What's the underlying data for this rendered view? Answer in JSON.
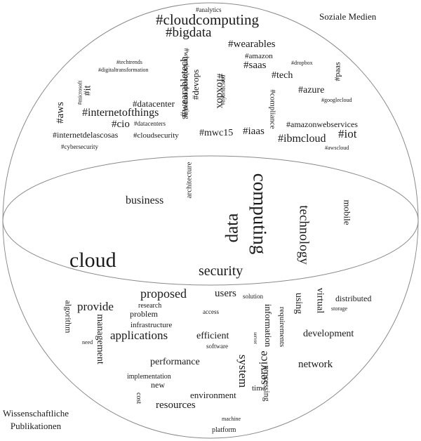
{
  "labels": {
    "social_media": "Soziale Medien",
    "publications_line1": "Wissenschaftliche",
    "publications_line2": "Publikationen"
  },
  "social_words": [
    "#analytics",
    "#cloudcomputing",
    "#bigdata",
    "#wearables",
    "#amazon",
    "#dropbox",
    "#saas",
    "#paas",
    "#techtrends",
    "#digitaltransformation",
    "#whatisclooudcomputing",
    "#wearabletech",
    "#devops",
    "#foxdox",
    "#hybridcloud",
    "#microsoft",
    "#it",
    "#tech",
    "#azure",
    "#googlecloud",
    "#datacenter",
    "#compliance",
    "#aws",
    "#internetofthings",
    "#cio",
    "#datacenters",
    "#amazonwebservices",
    "#internetdelascosas",
    "#cloudsecurity",
    "#mwc15",
    "#iaas",
    "#ibmcloud",
    "#iot",
    "#cybersecurity",
    "#awscloud"
  ],
  "shared_words": [
    "architecture",
    "business",
    "computing",
    "technology",
    "mobile",
    "data",
    "cloud",
    "security"
  ],
  "publication_words": [
    "proposed",
    "users",
    "solution",
    "virtual",
    "distributed",
    "storage",
    "provide",
    "research",
    "problem",
    "access",
    "information",
    "using",
    "algorithm",
    "management",
    "infrastructure",
    "requirements",
    "applications",
    "efficient",
    "development",
    "need",
    "software",
    "server",
    "system",
    "service",
    "performance",
    "network",
    "implementation",
    "new",
    "time",
    "processing",
    "cost",
    "environment",
    "resources",
    "machine",
    "platform"
  ]
}
